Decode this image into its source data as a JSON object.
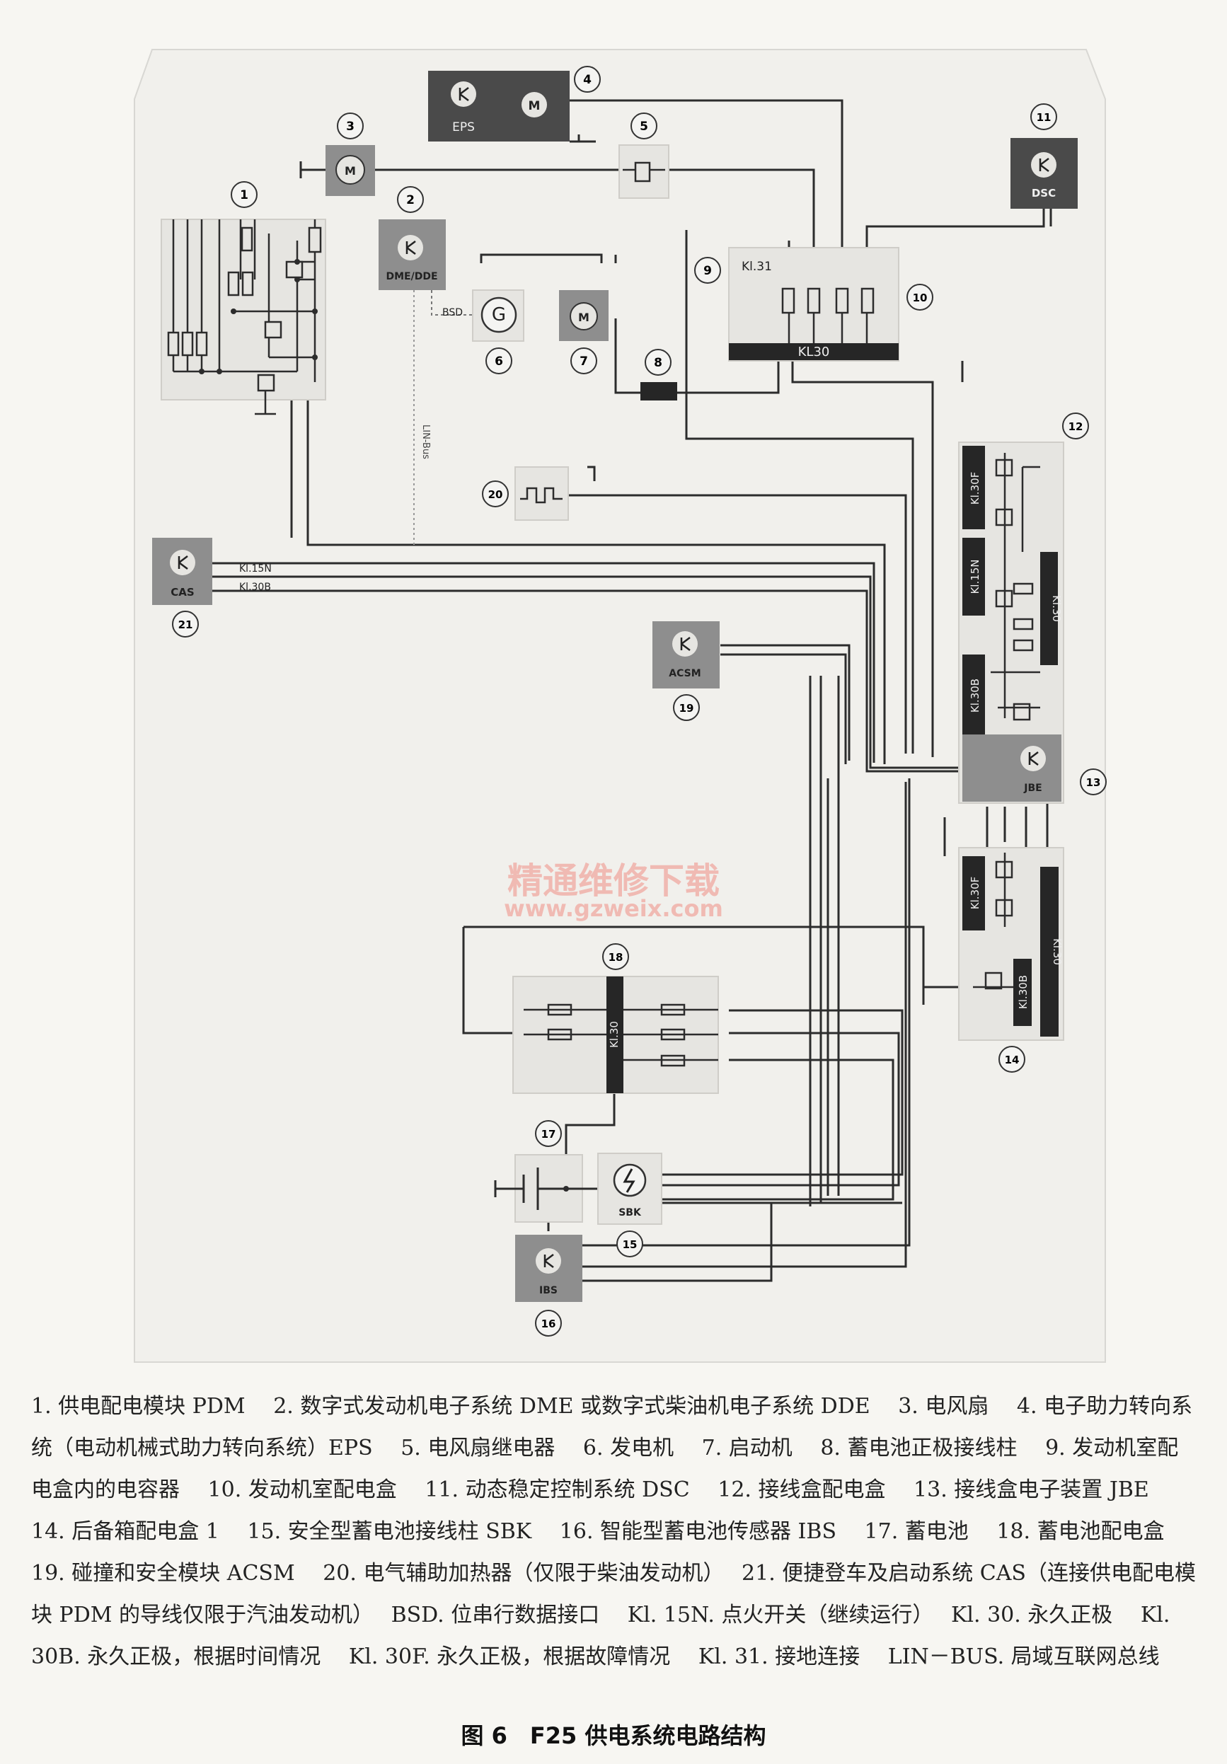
{
  "watermark": {
    "line1": "精通维修下载",
    "line2": "www.gzweix.com"
  },
  "components": {
    "eps": "EPS",
    "dme": "DME/DDE",
    "dsc": "DSC",
    "cas": "CAS",
    "acsm": "ACSM",
    "jbe": "JBE",
    "sbk": "SBK",
    "ibs": "IBS",
    "gen": "G"
  },
  "labels": {
    "kl30": "KL30",
    "kl31": "Kl.31",
    "bsd": "BSD",
    "linbus": "LIN-Bus",
    "kl15n": "Kl.15N",
    "kl30b": "Kl.30B",
    "jb_kl30f": "Kl.30F",
    "jb_kl15n": "Kl.15N",
    "jb_kl30": "Kl.30",
    "jb_kl30b": "Kl.30B",
    "rb_kl30f": "Kl.30F",
    "rb_kl30": "Kl.30",
    "rb_kl30b": "Kl.30B",
    "bd_kl30": "Kl.30"
  },
  "numbers": [
    "1",
    "2",
    "3",
    "4",
    "5",
    "6",
    "7",
    "8",
    "9",
    "10",
    "11",
    "12",
    "13",
    "14",
    "15",
    "16",
    "17",
    "18",
    "19",
    "20",
    "21"
  ],
  "legend": [
    "1. 供电配电模块 PDM",
    "2. 数字式发动机电子系统 DME 或数字式柴油机电子系统 DDE",
    "3. 电风扇",
    "4. 电子助力转向系统（电动机械式助力转向系统）EPS",
    "5. 电风扇继电器",
    "6. 发电机",
    "7. 启动机",
    "8. 蓄电池正极接线柱",
    "9. 发动机室配电盒内的电容器",
    "10. 发动机室配电盒",
    "11. 动态稳定控制系统 DSC",
    "12. 接线盒配电盒",
    "13. 接线盒电子装置 JBE",
    "14. 后备箱配电盒 1",
    "15. 安全型蓄电池接线柱 SBK",
    "16. 智能型蓄电池传感器 IBS",
    "17. 蓄电池",
    "18. 蓄电池配电盒",
    "19. 碰撞和安全模块 ACSM",
    "20. 电气辅助加热器（仅限于柴油发动机）",
    "21. 便捷登车及启动系统 CAS（连接供电配电模块 PDM 的导线仅限于汽油发动机）",
    "BSD. 位串行数据接口",
    "Kl. 15N. 点火开关（继续运行）",
    "Kl. 30. 永久正极",
    "Kl. 30B. 永久正极，根据时间情况",
    "Kl. 30F. 永久正极，根据故障情况",
    "Kl. 31. 接地连接",
    "LIN－BUS. 局域互联网总线"
  ],
  "figure_title": "图 6　F25 供电系统电路结构",
  "colors": {
    "module_dark": "#4a4a4a",
    "module_gray": "#8e8e8e",
    "box_light": "#e6e5e1",
    "bar": "#262626",
    "line": "#2c2c2c"
  }
}
